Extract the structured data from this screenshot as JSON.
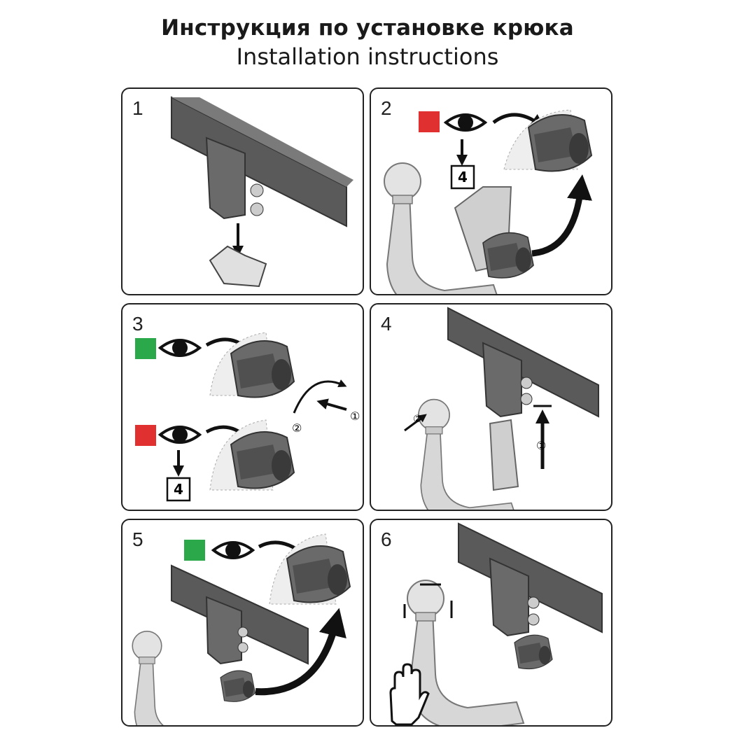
{
  "header": {
    "title_ru": "Инструкция по установке крюка",
    "title_en": "Installation instructions"
  },
  "steps": [
    {
      "number": "1"
    },
    {
      "number": "2",
      "goto": "4",
      "indicator_color": "#e03030"
    },
    {
      "number": "3",
      "goto": "4",
      "indicator_ok": "#2aa84a",
      "indicator_bad": "#e03030",
      "marker_1": "①",
      "marker_2": "②"
    },
    {
      "number": "4",
      "marker_1": "①",
      "marker_2": "②"
    },
    {
      "number": "5",
      "indicator_color": "#2aa84a"
    },
    {
      "number": "6"
    }
  ],
  "icons": [
    "eye-icon",
    "arrow-icon",
    "hand-icon",
    "tow-ball-icon",
    "crossbar-icon",
    "lock-mechanism-icon"
  ]
}
